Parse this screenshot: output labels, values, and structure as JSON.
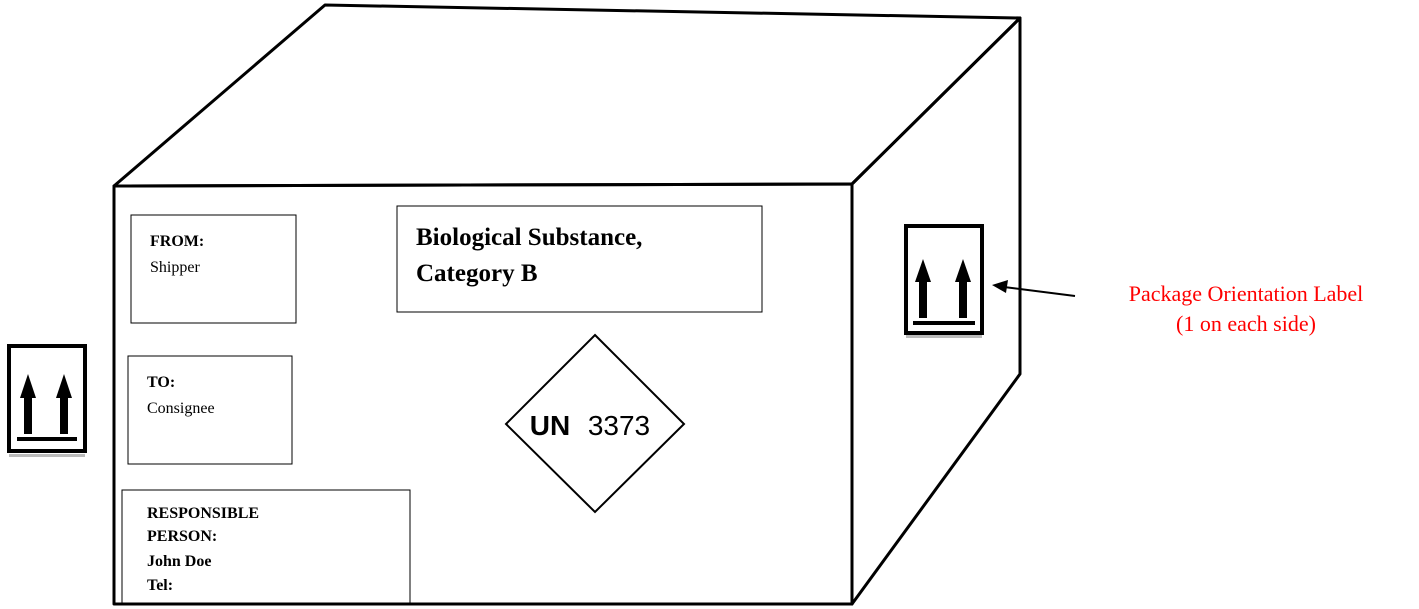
{
  "from_label": {
    "heading": "FROM:",
    "value": "Shipper"
  },
  "to_label": {
    "heading": "TO:",
    "value": "Consignee"
  },
  "responsible": {
    "line1": "RESPONSIBLE",
    "line2": "PERSON:",
    "name": "John Doe",
    "tel": "Tel:"
  },
  "hazard_label": {
    "line1": "Biological Substance,",
    "line2": "Category B"
  },
  "un_marking": {
    "un": "UN",
    "number": "3373"
  },
  "callout": {
    "line1": "Package Orientation Label",
    "line2": "(1 on each side)"
  },
  "colors": {
    "callout_text": "#ff0000",
    "stroke": "#000000"
  },
  "icons": [
    "orientation-arrows-icon",
    "un3373-diamond-icon"
  ]
}
